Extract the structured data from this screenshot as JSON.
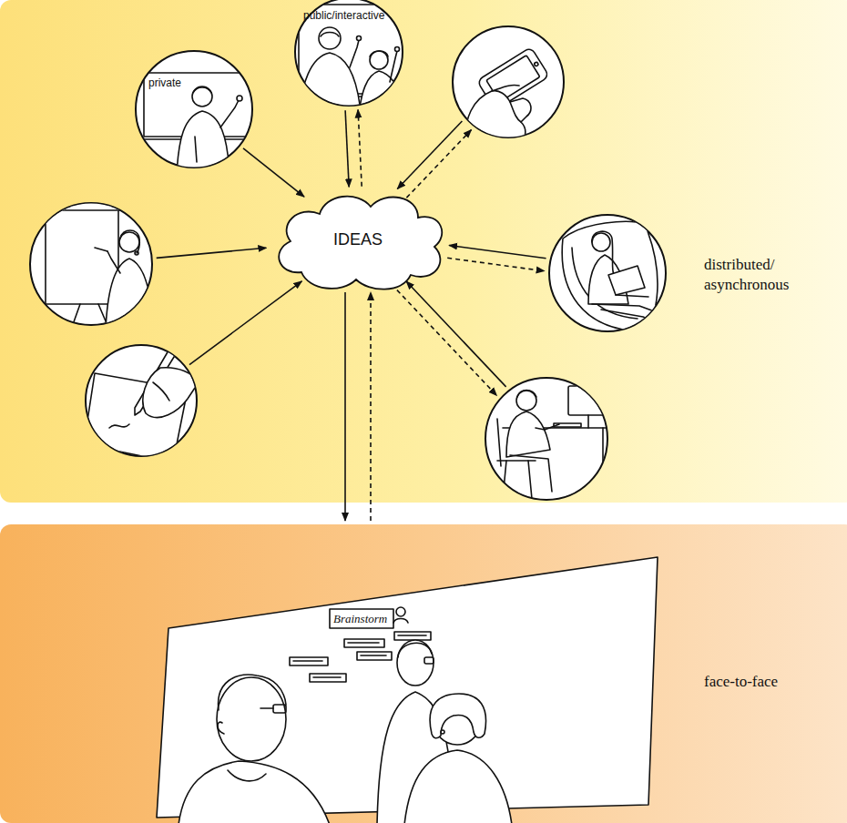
{
  "diagram": {
    "nodes": [
      {
        "text": [
          "distributed/ asynchronous"
        ]
      },
      {
        "text": [
          "public/interactive"
        ],
        "in": 0
      },
      {
        "text": [
          "private"
        ],
        "in": 0
      },
      {
        "text": [],
        "in": 0
      },
      {
        "text": [],
        "in": 0
      },
      {
        "text": [],
        "in": 0
      },
      {
        "text": [
          "IDEAS"
        ],
        "in": 0
      },
      {
        "text": [],
        "in": 0
      },
      {
        "text": [],
        "in": 0
      },
      {
        "text": [
          "face-to-face"
        ]
      }
    ],
    "edges": [
      {
        "from": 2,
        "to": 6,
        "arrow": "to"
      },
      {
        "from": 1,
        "to": 6,
        "arrow": "to"
      },
      {
        "from": 6,
        "to": 1,
        "arrow": "to"
      },
      {
        "from": 3,
        "to": 6,
        "arrow": "to"
      },
      {
        "from": 6,
        "to": 3,
        "arrow": "to"
      },
      {
        "from": 4,
        "to": 6,
        "arrow": "to"
      },
      {
        "from": 5,
        "to": 6,
        "arrow": "to"
      },
      {
        "from": 6,
        "to": 5,
        "arrow": "to"
      },
      {
        "from": 7,
        "to": 6,
        "arrow": "to"
      },
      {
        "from": 8,
        "to": 6,
        "arrow": "to"
      },
      {
        "from": 6,
        "to": 8,
        "arrow": "to"
      },
      {
        "from": 6,
        "to": 9,
        "arrow": "to"
      },
      {
        "from": 9,
        "to": 6,
        "arrow": "to"
      }
    ],
    "labels": [
      "Brainstorm"
    ]
  }
}
